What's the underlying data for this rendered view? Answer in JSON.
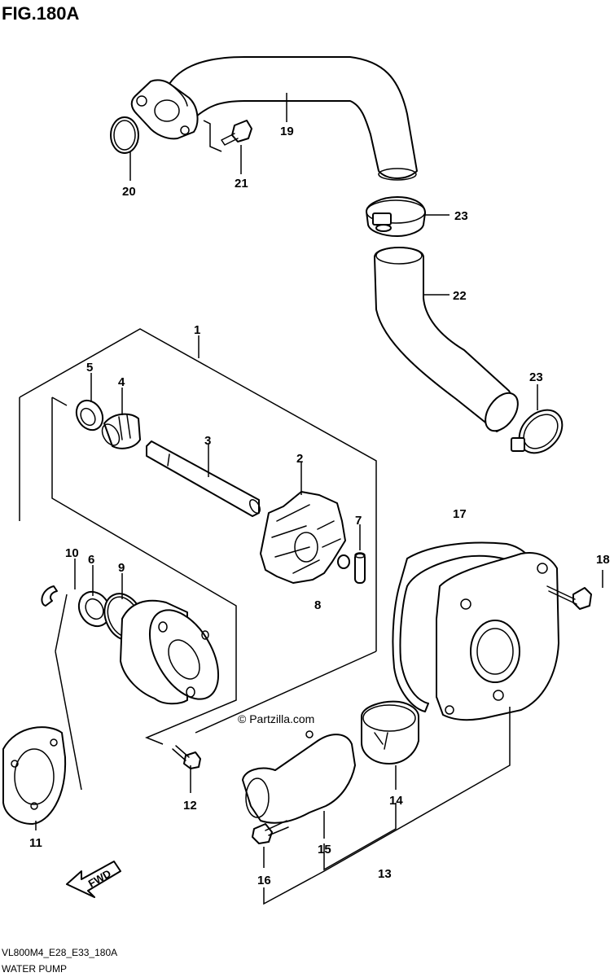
{
  "figure": {
    "title": "FIG.180A",
    "code": "VL800M4_E28_E33_180A",
    "name": "WATER PUMP",
    "watermark": "© Partzilla.com",
    "direction_label": "FWD"
  },
  "callouts": {
    "p1": "1",
    "p2": "2",
    "p3": "3",
    "p4": "4",
    "p5": "5",
    "p6": "6",
    "p7": "7",
    "p8": "8",
    "p9": "9",
    "p10": "10",
    "p11": "11",
    "p12": "12",
    "p13": "13",
    "p14": "14",
    "p15": "15",
    "p16": "16",
    "p17": "17",
    "p18": "18",
    "p19": "19",
    "p20": "20",
    "p21": "21",
    "p22": "22",
    "p23a": "23",
    "p23b": "23"
  }
}
